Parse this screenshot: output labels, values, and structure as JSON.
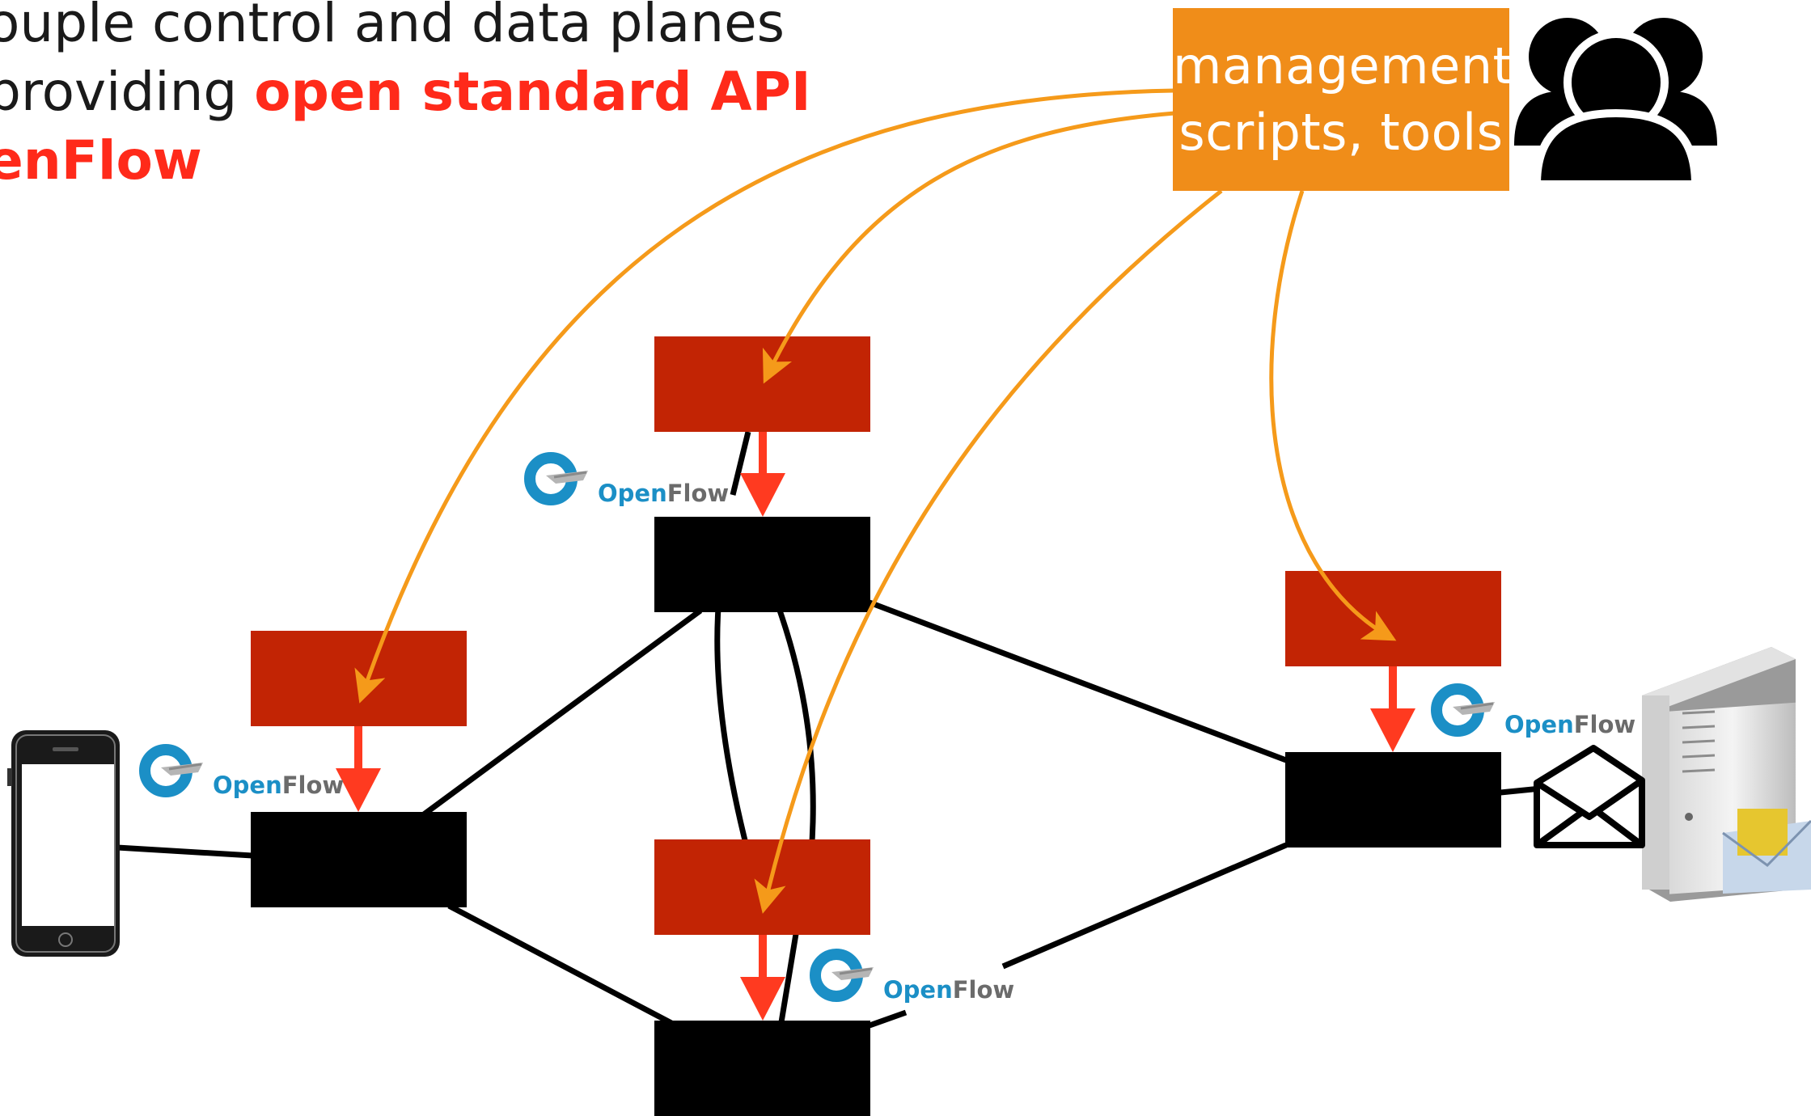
{
  "heading": {
    "line1": "ouple control and data planes",
    "line2_prefix": "providing ",
    "line2_highlight": "open standard API",
    "line3": "enFlow"
  },
  "management": {
    "line1": "management",
    "line2": "scripts, tools"
  },
  "openflow_label": {
    "open": "Open",
    "flow": "Flow"
  },
  "colors": {
    "control": "#c22404",
    "switch": "#000000",
    "api_arrow": "#ff3a20",
    "mgmt_arrow": "#f59a1a",
    "mgmt_box": "#f08d19",
    "highlight": "#ff2a1a",
    "openflow_blue": "#1b8fc6",
    "openflow_gray": "#6b6b6b"
  },
  "icons": [
    "users-icon",
    "smartphone-icon",
    "server-icon",
    "envelope-icon",
    "openflow-logo"
  ]
}
